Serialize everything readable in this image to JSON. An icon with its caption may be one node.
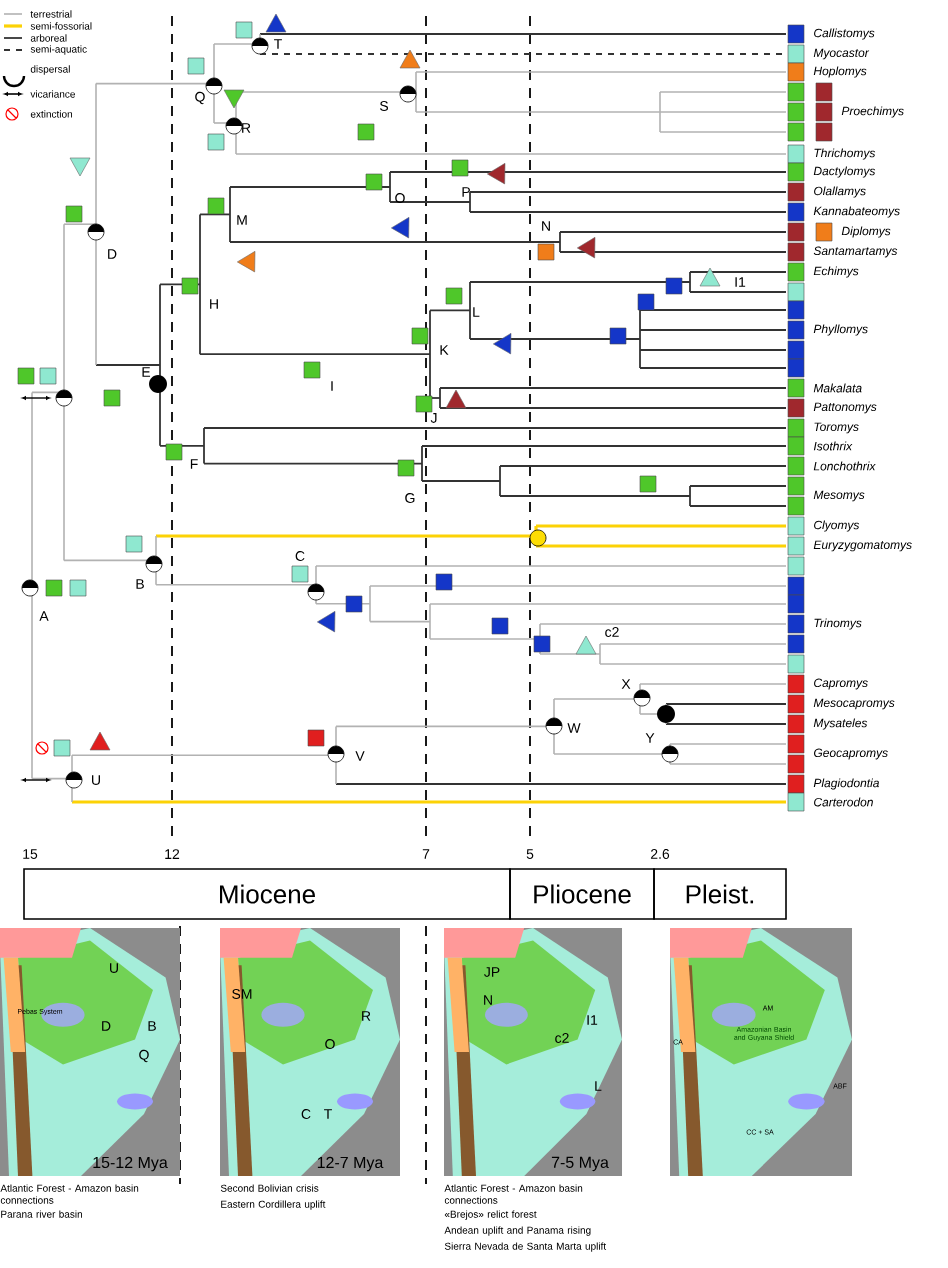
{
  "diagram": {
    "nodes": [
      {
        "text": [
          "Miocene"
        ]
      },
      {
        "text": [
          "Pliocene"
        ]
      },
      {
        "text": [
          "Pleist."
        ]
      },
      {
        "text": [],
        "shape": "picture",
        "beside": [
          "Atlantic Forest - Amazon basin connections",
          "Parana river basin"
        ]
      },
      {
        "text": [],
        "shape": "picture",
        "beside": [
          "Second Bolivian crisis",
          "Eastern Cordillera uplift"
        ]
      },
      {
        "text": [],
        "shape": "picture",
        "beside": [
          "Atlantic Forest - Amazon basin connections",
          "«Brejos» relict forest",
          "Andean uplift and Panama rising",
          "Sierra Nevada de Santa Marta uplift"
        ]
      },
      {
        "text": [],
        "shape": "picture"
      }
    ],
    "labels": [
      "T",
      "Q",
      "R",
      "S",
      "D",
      "M",
      "O",
      "P",
      "N",
      "H",
      "E",
      "L",
      "I1",
      "K",
      "I",
      "J",
      "F",
      "G",
      "B",
      "C",
      "A",
      "c2",
      "X",
      "Y",
      "W",
      "V",
      "U",
      "Callistomys",
      "Myocastor",
      "Hoplomys",
      "Proechimys",
      "Thrichomys",
      "Dactylomys",
      "Olallamys",
      "Kannabateomys",
      "Diplomys",
      "Santamartamys",
      "Echimys",
      "Phyllomys",
      "Makalata",
      "Pattonomys",
      "Toromys",
      "Isothrix",
      "Lonchothrix",
      "Mesomys",
      "Clyomys",
      "Euryzygomatomys",
      "Trinomys",
      "Capromys",
      "Mesocapromys",
      "Mysateles",
      "Geocapromys",
      "Plagiodontia",
      "Carterodon",
      "15",
      "12",
      "7",
      "5",
      "2.6",
      "U",
      "Pebas System",
      "D",
      "B",
      "Q",
      "15-12 Mya",
      "SM",
      "R",
      "O",
      "C",
      "T",
      "12-7 Mya",
      "JP",
      "N",
      "I1",
      "c2",
      "L",
      "7-5 Mya",
      "AM",
      "CA",
      "Amazonian Basin and Guyana Shield",
      "ABF",
      "CC + SA"
    ],
    "legend": [
      {
        "text": "terrestrial"
      },
      {
        "text": "semi-fossorial"
      },
      {
        "text": "arboreal"
      },
      {
        "text": "semi-aquatic"
      },
      {
        "text": "dispersal"
      },
      {
        "text": "vicariance"
      },
      {
        "text": "extinction"
      }
    ]
  }
}
